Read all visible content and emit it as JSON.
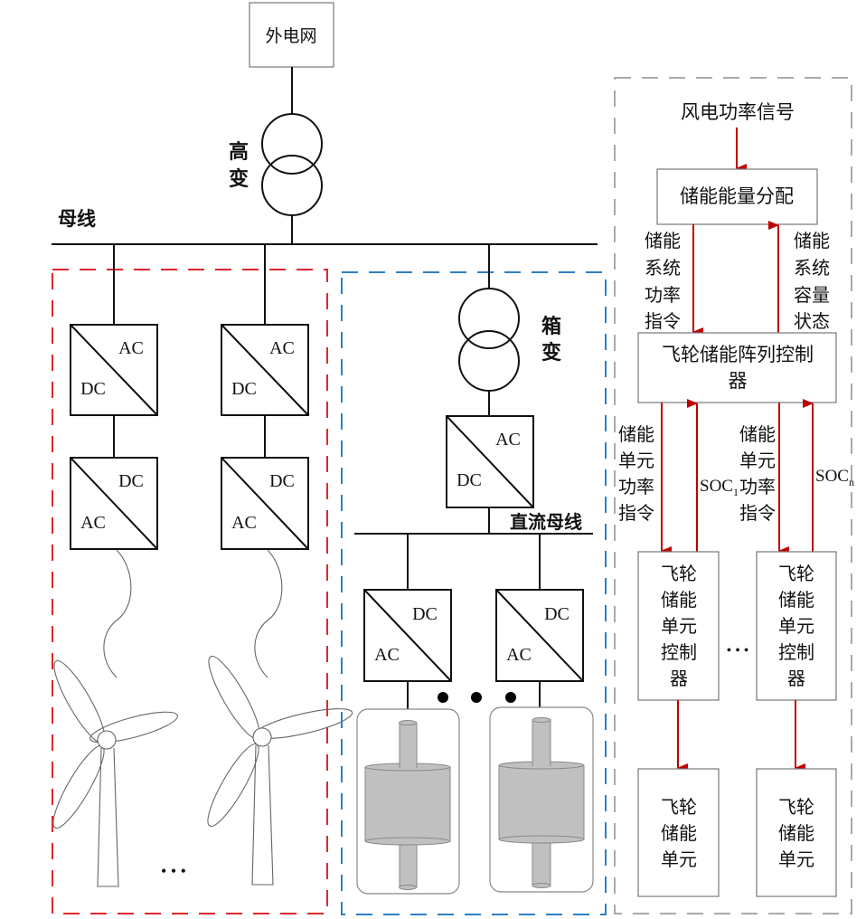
{
  "grid": {
    "external_grid_label": "外电网",
    "main_transformer_label": [
      "高",
      "变"
    ],
    "bus_label": "母线"
  },
  "wind_farm": {
    "region_color": "#e0262b",
    "converters": [
      {
        "top_right": "AC",
        "bottom_left": "DC"
      },
      {
        "top_right": "AC",
        "bottom_left": "DC"
      }
    ],
    "generator_converters": [
      {
        "top_right": "DC",
        "bottom_left": "AC"
      },
      {
        "top_right": "DC",
        "bottom_left": "AC"
      }
    ],
    "ellipsis": "• • •"
  },
  "flywheel_array": {
    "region_color": "#2f7fc1",
    "box_transformer_label": [
      "箱",
      "变"
    ],
    "grid_converter": {
      "top_right": "AC",
      "bottom_left": "DC"
    },
    "dc_bus_label": "直流母线",
    "unit_converters": [
      {
        "top_right": "DC",
        "bottom_left": "AC"
      },
      {
        "top_right": "DC",
        "bottom_left": "AC"
      }
    ],
    "ellipsis": "● ● ●"
  },
  "control": {
    "region_color": "#aaaaaa",
    "arrow_color": "#c00000",
    "wind_signal": "风电功率信号",
    "energy_allocation": "储能能量分配",
    "system_power_cmd": [
      "储能",
      "系统",
      "功率",
      "指令"
    ],
    "system_capacity_state": [
      "储能",
      "系统",
      "容量",
      "状态"
    ],
    "array_controller": [
      "飞轮储能阵列控制",
      "器"
    ],
    "unit_power_cmd_1": [
      "储能",
      "单元",
      "功率",
      "指令"
    ],
    "unit_power_cmd_n": [
      "储能",
      "单元",
      "功率",
      "指令"
    ],
    "soc_1": {
      "base": "SOC",
      "sub": "1"
    },
    "soc_n": {
      "base": "SOC",
      "sub": "n"
    },
    "unit_controllers": [
      [
        "飞轮",
        "储能",
        "单元",
        "控制",
        "器"
      ],
      [
        "飞轮",
        "储能",
        "单元",
        "控制",
        "器"
      ]
    ],
    "controller_ellipsis": "• • •",
    "units": [
      [
        "飞轮",
        "储能",
        "单元"
      ],
      [
        "飞轮",
        "储能",
        "单元"
      ]
    ]
  }
}
